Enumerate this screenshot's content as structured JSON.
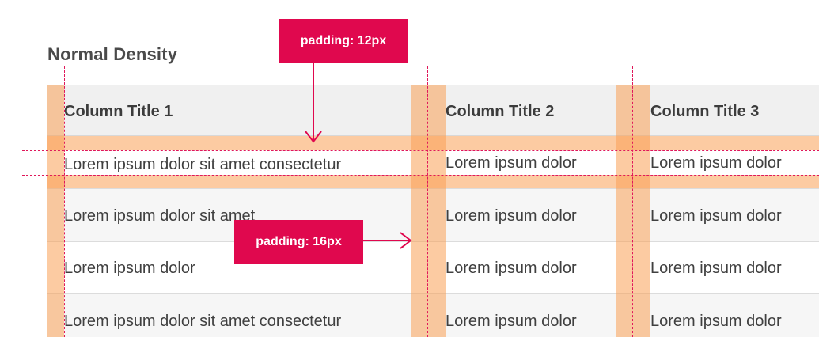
{
  "heading": "Normal Density",
  "columns": [
    "Column Title 1",
    "Column Title 2",
    "Column Title 3"
  ],
  "rows": [
    [
      "Lorem ipsum dolor sit amet consectetur",
      "Lorem ipsum dolor",
      "Lorem ipsum dolor"
    ],
    [
      "Lorem ipsum dolor sit amet",
      "Lorem ipsum dolor",
      "Lorem ipsum dolor"
    ],
    [
      "Lorem ipsum dolor",
      "Lorem ipsum dolor",
      "Lorem ipsum dolor"
    ],
    [
      "Lorem ipsum dolor sit amet consectetur",
      "Lorem ipsum dolor",
      "Lorem ipsum dolor"
    ]
  ],
  "annotations": {
    "vertical_padding": "padding: 12px",
    "horizontal_padding": "padding: 16px"
  },
  "colors": {
    "accent": "#e0084e",
    "padding_highlight": "#faa055",
    "header_bg": "#f0f0f0",
    "stripe_bg": "#f6f6f6"
  }
}
